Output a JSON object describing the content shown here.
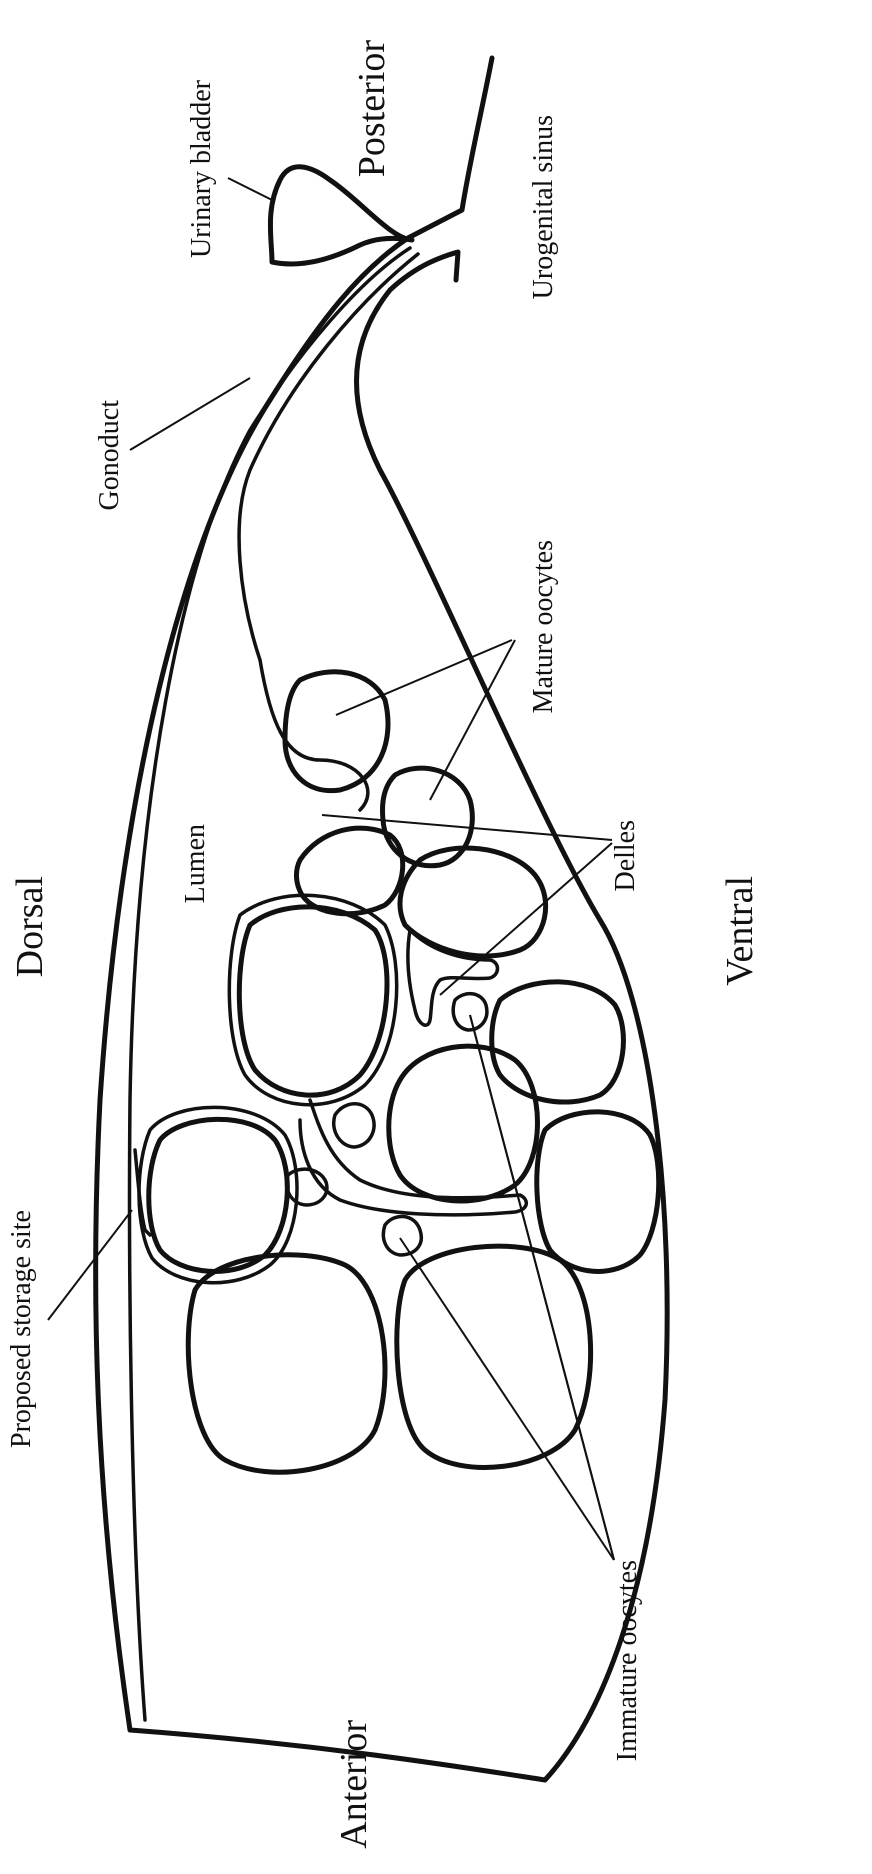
{
  "labels": {
    "posterior": "Posterior",
    "urinary_bladder": "Urinary bladder",
    "urogenital_sinus": "Urogenital sinus",
    "gonoduct": "Gonoduct",
    "mature_oocytes": "Mature oocytes",
    "lumen": "Lumen",
    "delles": "Delles",
    "dorsal": "Dorsal",
    "ventral": "Ventral",
    "proposed_storage_site": "Proposed storage site",
    "immature_oocytes": "Immature oocytes",
    "anterior": "Anterior"
  },
  "colors": {
    "ink": "#111111",
    "background": "#ffffff"
  }
}
